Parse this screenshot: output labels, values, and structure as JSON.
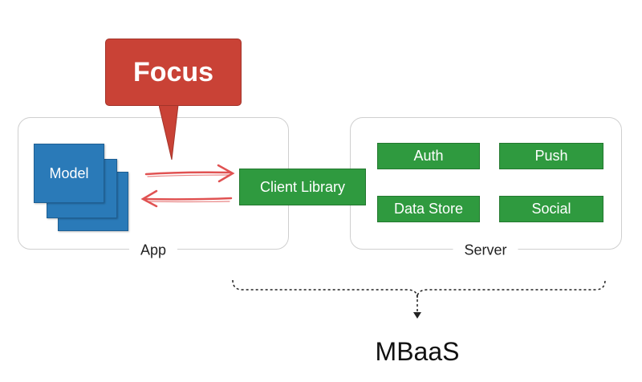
{
  "callout": {
    "label": "Focus"
  },
  "app": {
    "label": "App",
    "model_label": "Model",
    "client_library_label": "Client Library"
  },
  "server": {
    "label": "Server",
    "services": [
      "Auth",
      "Push",
      "Data Store",
      "Social"
    ]
  },
  "footer": {
    "label": "MBaaS"
  },
  "colors": {
    "callout": "#c94236",
    "model": "#2a7ab8",
    "service_green": "#2f9a3f",
    "arrow": "#e05252"
  }
}
